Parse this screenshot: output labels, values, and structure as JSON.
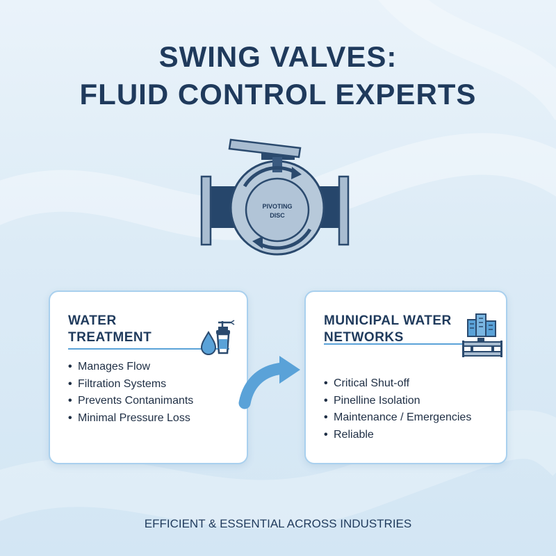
{
  "title": {
    "line1": "SWING VALVES:",
    "line2": "FLUID CONTROL EXPERTS"
  },
  "valve": {
    "disc_label_line1": "PIVOTING",
    "disc_label_line2": "DISC"
  },
  "cards": {
    "left": {
      "title_line1": "WATER",
      "title_line2": "TREATMENT",
      "icon": "water-filter-icon",
      "items": [
        "Manages Flow",
        "Filtration Systems",
        "Prevents Contanimants",
        "Minimal Pressure Loss"
      ]
    },
    "right": {
      "title_line1": "MUNICIPAL WATER",
      "title_line2": "NETWORKS",
      "icon": "city-pipeline-icon",
      "items": [
        "Critical Shut-off",
        "Pinelline Isolation",
        "Maintenance / Emergencies",
        "Reliable"
      ]
    }
  },
  "footer": "EFFICIENT & ESSENTIAL ACROSS INDUSTRIES",
  "colors": {
    "navy": "#1f3a5c",
    "accent_blue": "#5aa2d8",
    "steel": "#9ab0c6",
    "card_border": "#a9d0ee"
  }
}
